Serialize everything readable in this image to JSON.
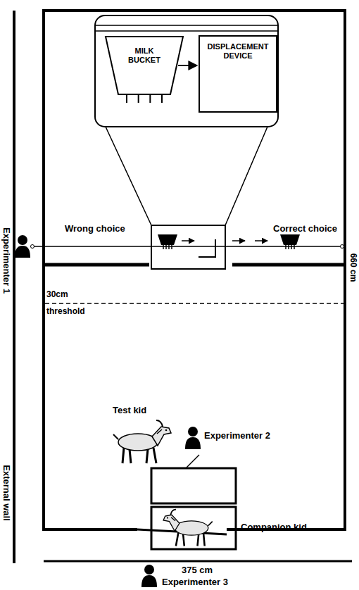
{
  "diagram": {
    "nodes": [
      {
        "text": [
          "MILK BUCKET"
        ]
      },
      {
        "text": [
          "DISPLACEMENT DEVICE"
        ]
      }
    ],
    "edges": [
      {
        "from": 0,
        "to": 1,
        "arrow": "to"
      }
    ],
    "labels": [
      "Experimenter 1",
      "Wrong choice",
      "Correct choice",
      "660 cm",
      "30cm",
      "threshold",
      "Test kid",
      "Experimenter 2",
      "Companion kid",
      "External wall",
      "375 cm",
      "Experimenter 3"
    ]
  }
}
